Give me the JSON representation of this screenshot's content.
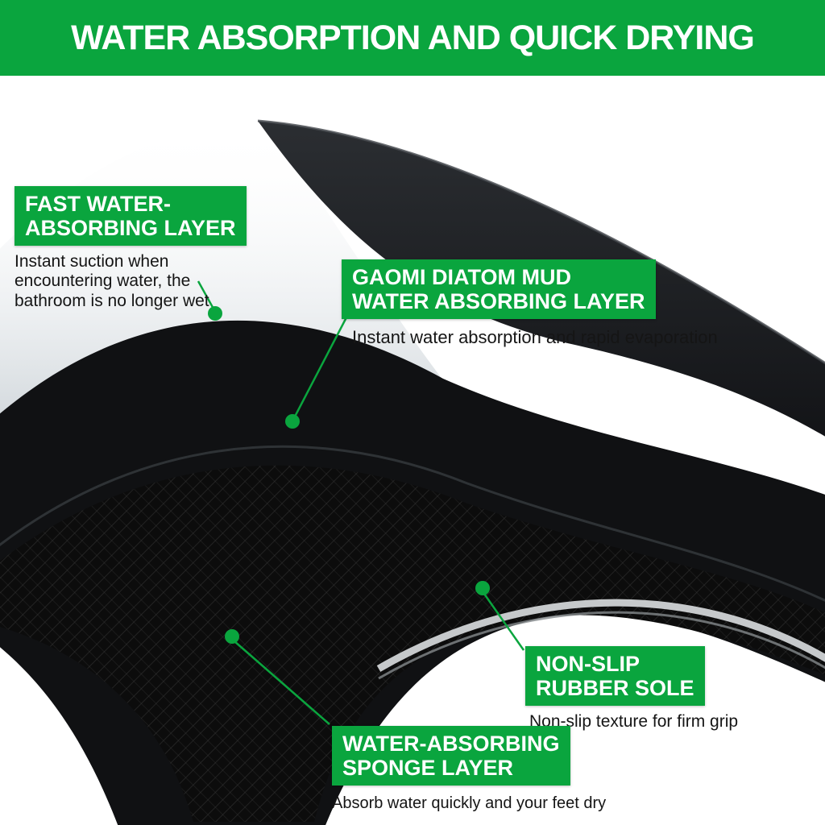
{
  "banner": {
    "title": "WATER ABSORPTION AND QUICK DRYING"
  },
  "colors": {
    "accent_green": "#0aa53e",
    "label_text": "#ffffff",
    "body_text": "#151515",
    "mat_dark": "#101113",
    "sole_gray": "#c6c9cb"
  },
  "callouts": {
    "fast_water": {
      "title_line1": "FAST WATER-",
      "title_line2": "ABSORBING LAYER",
      "description": "Instant suction when encountering water, the bathroom is no longer wet"
    },
    "diatom_mud": {
      "title_line1": "GAOMI DIATOM MUD",
      "title_line2": "WATER ABSORBING LAYER",
      "description": "Instant water absorption and rapid evaporation"
    },
    "rubber_sole": {
      "title_line1": "NON-SLIP",
      "title_line2": "RUBBER SOLE",
      "description": "Non-slip texture for firm grip"
    },
    "sponge": {
      "title_line1": "WATER-ABSORBING",
      "title_line2": "SPONGE LAYER",
      "description": "Absorb water quickly and your feet dry"
    }
  }
}
